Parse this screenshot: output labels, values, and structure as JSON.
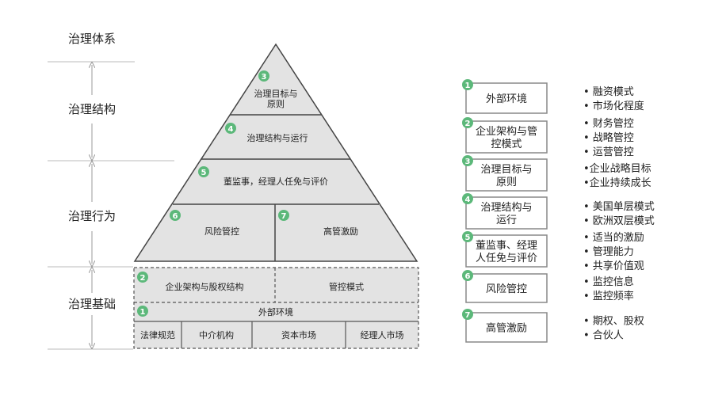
{
  "levels": [
    "治理体系",
    "治理结构",
    "治理行为",
    "治理基础"
  ],
  "pyramid": {
    "top": {
      "num": "3",
      "line1": "治理目标与",
      "line2": "原则"
    },
    "l2": {
      "num": "4",
      "text": "治理结构与运行"
    },
    "l3": {
      "num": "5",
      "text": "董监事，经理人任免与评价"
    },
    "l4a": {
      "num": "6",
      "text": "风险管控"
    },
    "l4b": {
      "num": "7",
      "text": "高管激励"
    },
    "base1a": {
      "num": "2",
      "text": "企业架构与股权结构"
    },
    "base1b": {
      "text": "管控模式"
    },
    "base2": {
      "num": "1",
      "text": "外部环境"
    },
    "base3": [
      "法律规范",
      "中介机构",
      "资本市场",
      "经理人市场"
    ]
  },
  "legend": [
    {
      "num": "1",
      "line1": "外部环境",
      "line2": "",
      "bullets": [
        "• 融资模式",
        "• 市场化程度"
      ]
    },
    {
      "num": "2",
      "line1": "企业架构与管",
      "line2": "控模式",
      "bullets": [
        "• 财务管控",
        "• 战略管控",
        "• 运营管控"
      ]
    },
    {
      "num": "3",
      "line1": "治理目标与",
      "line2": "原则",
      "bullets": [
        "•企业战略目标",
        "•企业持续成长"
      ]
    },
    {
      "num": "4",
      "line1": "治理结构与",
      "line2": "运行",
      "bullets": [
        "• 美国单层模式",
        "• 欧洲双层模式"
      ]
    },
    {
      "num": "5",
      "line1": "董监事、经理",
      "line2": "人任免与评价",
      "bullets": [
        "• 适当的激励",
        "• 管理能力",
        "• 共享价值观"
      ]
    },
    {
      "num": "6",
      "line1": "风险管控",
      "line2": "",
      "bullets": [
        "• 监控信息",
        "• 监控频率"
      ]
    },
    {
      "num": "7",
      "line1": "高管激励",
      "line2": "",
      "bullets": [
        "• 期权、股权",
        "• 合伙人"
      ]
    }
  ],
  "colors": {
    "accent": "#5cb87a",
    "fill": "#e3e3e3",
    "stroke": "#444444"
  }
}
